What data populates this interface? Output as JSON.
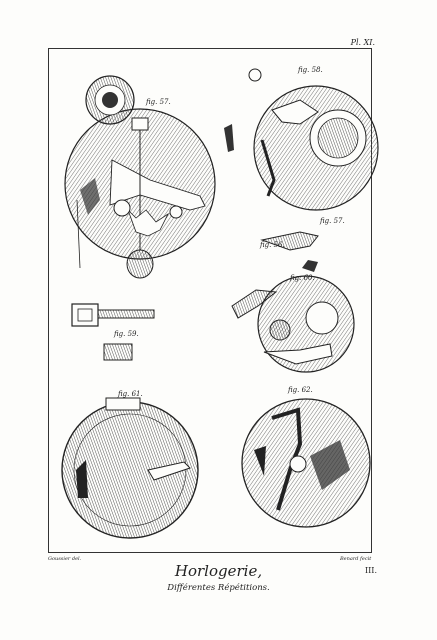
{
  "plate": {
    "number": "Pl. XI.",
    "title": "Horlogerie,",
    "subtitle": "Différentes Répétitions.",
    "page_number": "III.",
    "credit_left": "Goussier del.",
    "credit_right": "Benard fecit"
  },
  "figures": [
    {
      "label": "fig. 57."
    },
    {
      "label": "fig. 58."
    },
    {
      "label": "fig. 57."
    },
    {
      "label": "fig. 56."
    },
    {
      "label": "fig. 60."
    },
    {
      "label": "fig. 59."
    },
    {
      "label": "fig. 61."
    },
    {
      "label": "fig. 62."
    }
  ]
}
